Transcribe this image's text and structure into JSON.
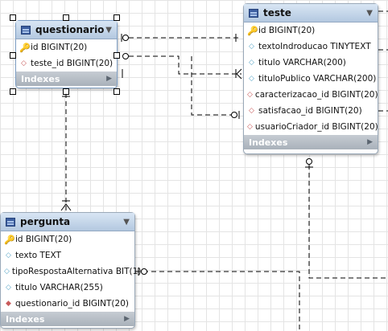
{
  "tables": {
    "questionario": {
      "name": "questionario",
      "columns": [
        {
          "icon": "primary-key",
          "text": "id BIGINT(20)"
        },
        {
          "icon": "foreign-key",
          "text": "teste_id BIGINT(20)"
        }
      ],
      "indexes_label": "Indexes"
    },
    "teste": {
      "name": "teste",
      "columns": [
        {
          "icon": "primary-key",
          "text": "id BIGINT(20)"
        },
        {
          "icon": "attribute",
          "text": "textoIndroducao TINYTEXT"
        },
        {
          "icon": "attribute",
          "text": "titulo VARCHAR(200)"
        },
        {
          "icon": "attribute",
          "text": "tituloPublico VARCHAR(200)"
        },
        {
          "icon": "foreign-key",
          "text": "caracterizacao_id BIGINT(20)"
        },
        {
          "icon": "foreign-key",
          "text": "satisfacao_id BIGINT(20)"
        },
        {
          "icon": "foreign-key",
          "text": "usuarioCriador_id BIGINT(20)"
        }
      ],
      "indexes_label": "Indexes"
    },
    "pergunta": {
      "name": "pergunta",
      "columns": [
        {
          "icon": "primary-key",
          "text": "id BIGINT(20)"
        },
        {
          "icon": "attribute",
          "text": "texto TEXT"
        },
        {
          "icon": "attribute",
          "text": "tipoRespostaAlternativa BIT(1)"
        },
        {
          "icon": "attribute",
          "text": "titulo VARCHAR(255)"
        },
        {
          "icon": "foreign-key",
          "text": "questionario_id BIGINT(20)"
        }
      ],
      "indexes_label": "Indexes"
    }
  },
  "colors": {
    "canvas_bg": "#ffffff",
    "grid": "#e4e4e4",
    "header_top": "#d9e6f4",
    "header_bottom": "#b3c8e0",
    "primary_key_icon": "#d9a200",
    "attribute_icon": "#5aa7c8",
    "foreign_key_icon": "#c85a5a",
    "connector": "#000000"
  }
}
